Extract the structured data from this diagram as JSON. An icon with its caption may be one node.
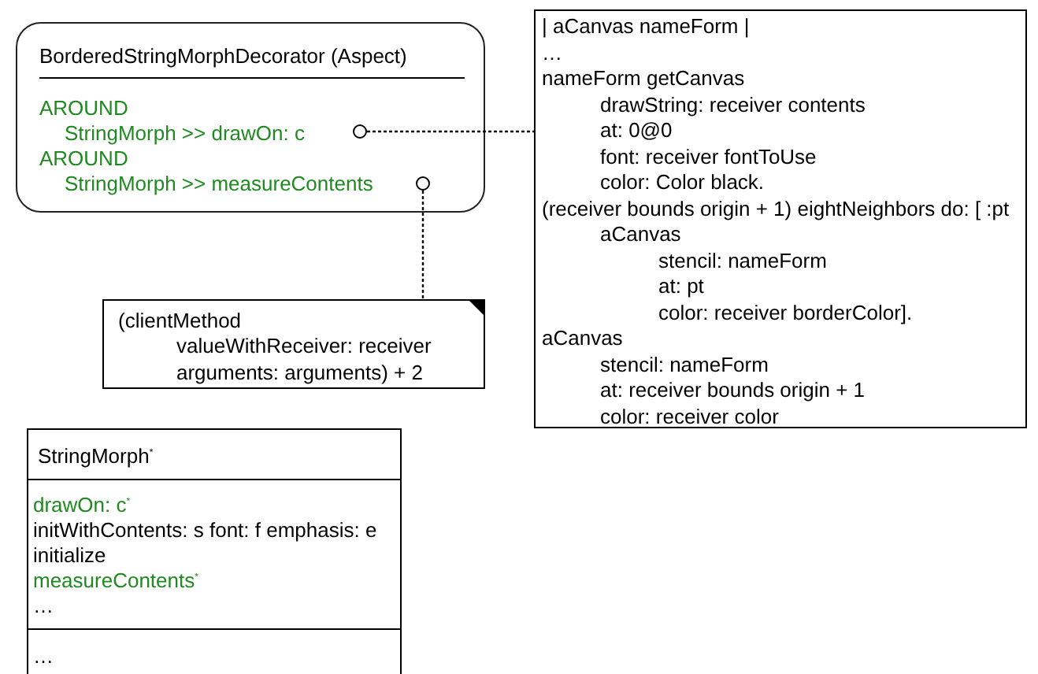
{
  "diagram": {
    "nodes": [
      {
        "text": [
          "BorderedStringMorphDecorator (Aspect)",
          "AROUND",
          "StringMorph >> drawOn: c",
          "AROUND",
          "StringMorph >> measureContents"
        ]
      },
      {
        "text": [],
        "shape": "circle",
        "in": 0
      },
      {
        "text": [],
        "shape": "circle",
        "in": 0
      },
      {
        "text": [
          "| aCanvas nameForm |",
          "…",
          "nameForm getCanvas",
          "drawString: receiver contents",
          "at: 0@0",
          "font: receiver fontToUse",
          "color: Color black.",
          "(receiver bounds origin + 1) eightNeighbors do: [ :pt",
          "aCanvas",
          "stencil: nameForm",
          "at: pt",
          "color: receiver borderColor].",
          "aCanvas",
          "stencil: nameForm",
          "at: receiver bounds origin + 1",
          "color: receiver color"
        ]
      },
      {
        "text": [
          "(clientMethod",
          "valueWithReceiver: receiver",
          "arguments: arguments) + 2"
        ]
      },
      {
        "text": [
          "StringMorph$^{*}$",
          "drawOn: c$^{*}$",
          "initWithContents: s font: f emphasis: e",
          "initialize",
          "measureContents$^{*}$",
          "…",
          "…"
        ]
      }
    ],
    "edges": [
      {
        "from": 1,
        "to": 3,
        "arrow": "none",
        "style": "dashed"
      },
      {
        "from": 2,
        "to": 4,
        "arrow": "none",
        "style": "dashed"
      }
    ]
  }
}
